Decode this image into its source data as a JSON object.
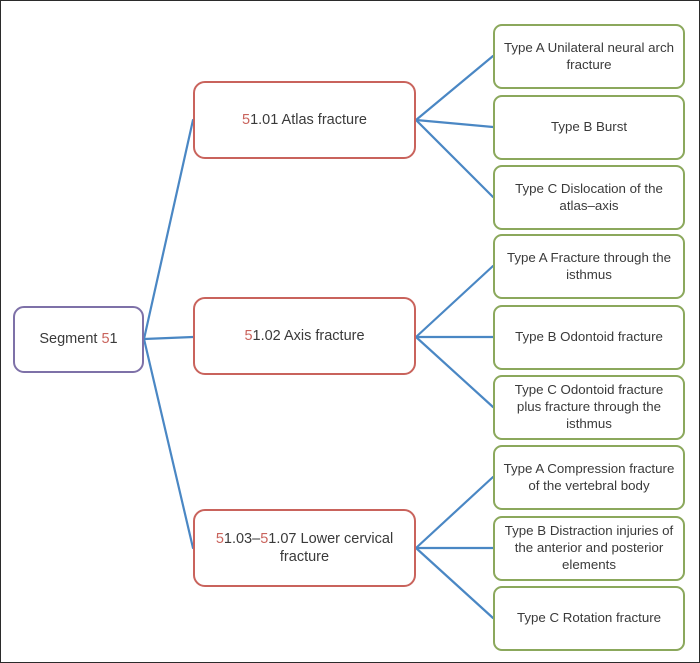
{
  "diagram": {
    "type": "tree",
    "title": "Segment 51 cervical spine fracture classification",
    "colors": {
      "root_border": "#7e71a8",
      "category_border": "#c9635c",
      "leaf_border": "#8ba85c",
      "edge": "#4a87c4",
      "accent_text": "#c9635c",
      "body_text": "#3a3a3a",
      "frame": "#2b2b2b",
      "background": "#ffffff"
    },
    "root": {
      "id": "root",
      "label": "Segment 51",
      "label_prefix": "Segment ",
      "label_accent": "5",
      "label_suffix": "1"
    },
    "categories": [
      {
        "id": "cat-51-01",
        "label": "51.01 Atlas fracture",
        "label_accent": "5",
        "label_rest": "1.01 Atlas fracture",
        "children": [
          {
            "id": "leaf-51-01-a",
            "label": "Type A Unilateral neural arch fracture"
          },
          {
            "id": "leaf-51-01-b",
            "label": "Type B Burst"
          },
          {
            "id": "leaf-51-01-c",
            "label": "Type C Dislocation of the atlas–axis"
          }
        ]
      },
      {
        "id": "cat-51-02",
        "label": "51.02 Axis fracture",
        "label_accent": "5",
        "label_rest": "1.02 Axis fracture",
        "children": [
          {
            "id": "leaf-51-02-a",
            "label": "Type A Fracture through the isthmus"
          },
          {
            "id": "leaf-51-02-b",
            "label": "Type B Odontoid fracture"
          },
          {
            "id": "leaf-51-02-c",
            "label": "Type C Odontoid fracture plus fracture through the isthmus"
          }
        ]
      },
      {
        "id": "cat-51-03-07",
        "label": "51.03–51.07 Lower cervical fracture",
        "label_accent": "5",
        "label_mid": "1.03–",
        "label_accent2": "5",
        "label_rest": "1.07 Lower cervical fracture",
        "children": [
          {
            "id": "leaf-51-03-a",
            "label": "Type A Compression fracture of the vertebral body"
          },
          {
            "id": "leaf-51-03-b",
            "label": "Type B Distraction injuries of the anterior and posterior elements"
          },
          {
            "id": "leaf-51-03-c",
            "label": "Type C Rotation fracture"
          }
        ]
      }
    ]
  }
}
